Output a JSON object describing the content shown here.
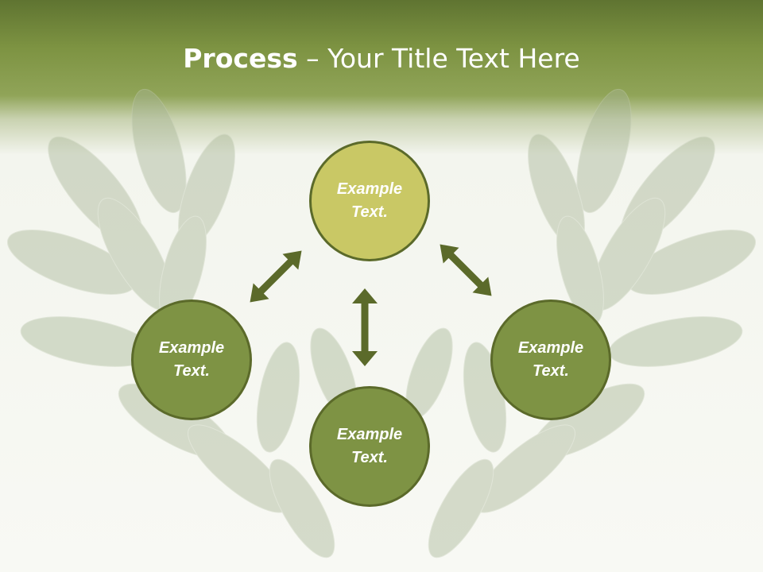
{
  "title": {
    "bold": "Process",
    "rest": " – Your Title Text Here"
  },
  "nodes": [
    {
      "id": "top",
      "label": "Example Text.",
      "color": "#c9c865"
    },
    {
      "id": "left",
      "label": "Example Text.",
      "color": "#7e9344"
    },
    {
      "id": "right",
      "label": "Example Text.",
      "color": "#7e9344"
    },
    {
      "id": "bottom",
      "label": "Example Text.",
      "color": "#7e9344"
    }
  ],
  "colors": {
    "header": "#7d9342",
    "border": "#5b6a2a",
    "arrow": "#5b6a2a"
  }
}
